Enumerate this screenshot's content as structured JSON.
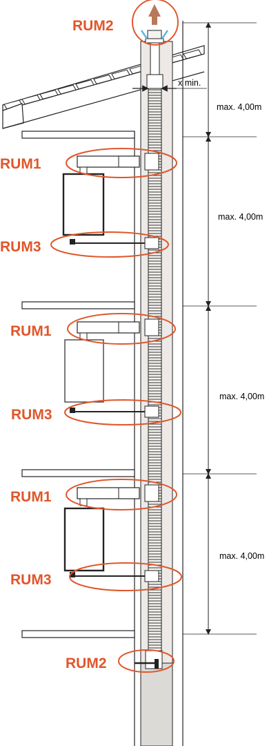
{
  "colors": {
    "accent": "#e0562a",
    "cap_arrow": "#b9785a",
    "vent_blue": "#5fb8e2",
    "line": "#222222",
    "shaft_fill": "#ece9e6",
    "base_fill": "#dcdad7"
  },
  "labels": {
    "top_cap": "RUM2",
    "level1_support": "RUM1",
    "level1_bracket": "RUM3",
    "level2_support": "RUM1",
    "level2_bracket": "RUM3",
    "level3_support": "RUM1",
    "level3_bracket": "RUM3",
    "bottom_support": "RUM2"
  },
  "dimensions": {
    "x_min": "x min.",
    "spacing": [
      "max. 4,00m",
      "max. 4,00m",
      "max. 4,00m",
      "max. 4,00m"
    ]
  }
}
